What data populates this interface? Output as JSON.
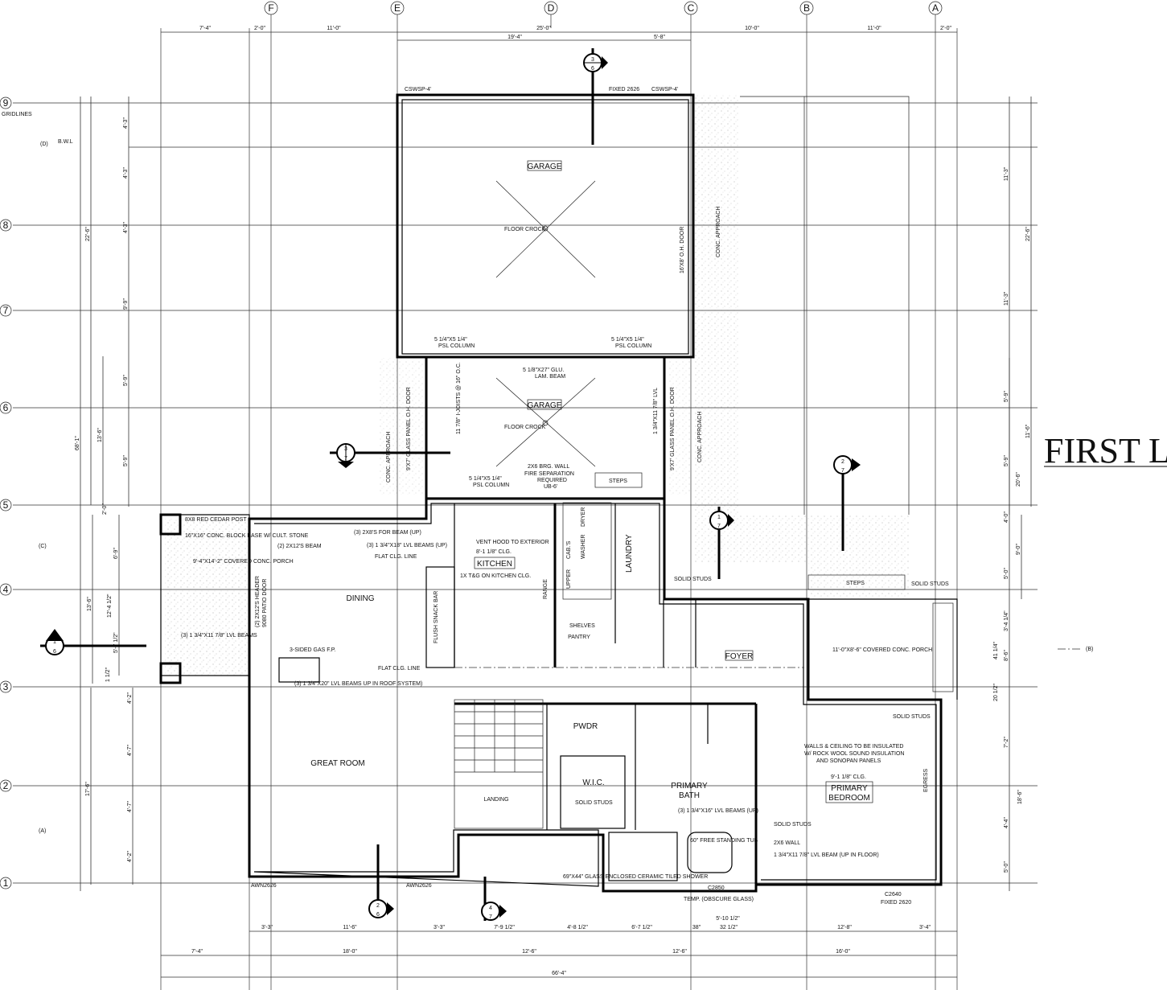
{
  "title": "FIRST L",
  "grid": {
    "columns": [
      "F",
      "E",
      "D",
      "C",
      "B",
      "A"
    ],
    "rows": [
      "9",
      "8",
      "7",
      "6",
      "5",
      "4",
      "3",
      "2",
      "1"
    ],
    "gridlines_label": "GRIDLINES",
    "ref_d": "(D)",
    "bwl": "B.W.L",
    "ref_c": "(C)",
    "ref_a": "(A)",
    "ref_b": "(B)"
  },
  "dims": {
    "top1": [
      "7'-4\"",
      "2'-0\"",
      "11'-0\"",
      "25'-0\"",
      "10'-0\"",
      "11'-0\"",
      "2'-0\""
    ],
    "top2": [
      "19'-4\"",
      "5'-8\""
    ],
    "bottom1": [
      "3'-3\"",
      "11'-6\"",
      "3'-3\"",
      "7'-9 1/2\"",
      "4'-8 1/2\"",
      "6'-7 1/2\"",
      "38\"",
      "32 1/2\"",
      "5'-10 1/2\"",
      "12'-8\"",
      "3'-4\""
    ],
    "bottom2": [
      "7'-4\"",
      "18'-0\"",
      "12'-6\"",
      "12'-6\"",
      "16'-0\""
    ],
    "bottom3": "66'-4\"",
    "left": [
      "22'-6\"",
      "68'-1\"",
      "13'-6\"",
      "5'-9\"",
      "5'-9\"",
      "2'-0\"",
      "6'-9\"",
      "12'-4 1/2\"",
      "5'-7 1/2\"",
      "13'-6\"",
      "17'-6\"",
      "4'-3\"",
      "4'-3\"",
      "4'-3\"",
      "9'-9\"",
      "4'-2\"",
      "4'-7\"",
      "4'-7\"",
      "4'-2\"",
      "1 1/2\""
    ],
    "right": [
      "11'-3\"",
      "22'-6\"",
      "11'-3\"",
      "5'-9\"",
      "11'-6\"",
      "5'-9\"",
      "20'-6\"",
      "4'-0\"",
      "9'-0\"",
      "5'-0\"",
      "3'-4 1/4\"",
      "8'-6\"",
      "41 1/4\"",
      "20 1/2\"",
      "7'-2\"",
      "18'-6\"",
      "4'-4\"",
      "5'-0\""
    ]
  },
  "section_markers": [
    {
      "num": "3",
      "sheet": "6"
    },
    {
      "num": "3",
      "sheet": "7"
    },
    {
      "num": "1",
      "sheet": "6"
    },
    {
      "num": "2",
      "sheet": "7"
    },
    {
      "num": "1",
      "sheet": "7"
    },
    {
      "num": "2",
      "sheet": "6"
    },
    {
      "num": "4",
      "sheet": "7"
    }
  ],
  "rooms": {
    "garage": "GARAGE",
    "garage2": "GARAGE",
    "kitchen": "KITCHEN",
    "laundry": "LAUNDRY",
    "dining": "DINING",
    "great_room": "GREAT ROOM",
    "foyer": "FOYER",
    "powder": "PWDR",
    "wic": "W.I.C.",
    "primary_bath_1": "PRIMARY",
    "primary_bath_2": "BATH",
    "primary_bed_1": "PRIMARY",
    "primary_bed_2": "BEDROOM",
    "pantry": "PANTRY",
    "landing": "LANDING"
  },
  "notes": {
    "cswsp4": "CSWSP-4'",
    "fixed2626": "FIXED 2626",
    "floor_crock": "FLOOR CROCK",
    "oh_door": "16'X8' O.H. DOOR",
    "conc_approach": "CONC. APPROACH",
    "psl_col": "5 1/4\"X5 1/4\"",
    "psl_col2": "PSL COLUMN",
    "glulam": "5 1/8\"X27\" GLU.",
    "glulam2": "LAM. BEAM",
    "oh_door_9x7": "9'X7' GLASS PANEL O.H. DOOR",
    "ijoists": "11 7/8\" I-JOISTS @ 16\" O.C.",
    "lvl": "1 3/4\"X11 7/8\" LVL",
    "brg_wall": "2X6 BRG. WALL",
    "fire_sep": "FIRE SEPARATION",
    "required": "REQUIRED",
    "uib6": "UB-6'",
    "steps": "STEPS",
    "cedar_post": "8X8 RED CEDAR POST",
    "block_base": "16\"X16\" CONC. BLOCK BASE W/ CULT. STONE",
    "covered_porch": "9'-4\"X14'-2\" COVERED CONC. PORCH",
    "header": "(2) 2X12'S HEADER",
    "patio_door": "9080 PATIO DOOR",
    "lvl_beams": "(3) 1 3/4\"X11 7/8\" LVL BEAMS",
    "fp": "3-SIDED GAS F.P.",
    "flat_clg": "FLAT CLG. LINE",
    "beam_up": "(3) 2X8'S FOR BEAM (UP)",
    "beam_2x12": "(2) 2X12'S BEAM",
    "lvl18": "(3) 1 3/4\"X18\" LVL BEAMS (UP)",
    "snack_bar": "FLUSH SNACK BAR",
    "vent_hood": "VENT HOOD TO EXTERIOR",
    "clg_kitchen": "8'-1 1/8\" CLG.",
    "tg": "1X T&G ON KITCHEN CLG.",
    "lvl20": "(3) 1 3/4\"X20\" LVL BEAMS UP IN ROOF SYSTEM)",
    "covered_porch2": "11'-0\"X8'-6\" COVERED CONC. PORCH",
    "solid_studs": "SOLID STUDS",
    "insulated": "WALLS & CEILING TO BE INSULATED",
    "insulated2": "W/ ROCK WOOL SOUND INSULATION",
    "insulated3": "AND SONOPAN PANELS",
    "shower": "69\"X44\" GLASS ENCLOSED CERAMIC TILED SHOWER",
    "tub": "60\" FREE STANDING TUB",
    "lvl16": "(3) 1 3/4\"X16\" LVL BEAMS (UP)",
    "wall_2x6": "2X6 WALL",
    "lvl_floor": "1 3/4\"X11 7/8\" LVL BEAM (UP IN FLOOR)",
    "temp": "TEMP. (OBSCURE GLASS)",
    "c2850": "C2850",
    "c2640": "C2640",
    "fixed2620": "FIXED 2620",
    "awn2626": "AWN2626",
    "egress": "EGRESS",
    "shelves": "SHELVES",
    "clg_9": "9'-1 1/8\" CLG.",
    "range": "RANGE",
    "dryer": "DRYER",
    "washer": "WASHER",
    "upper": "UPPER",
    "cabs": "CAB.'S"
  }
}
